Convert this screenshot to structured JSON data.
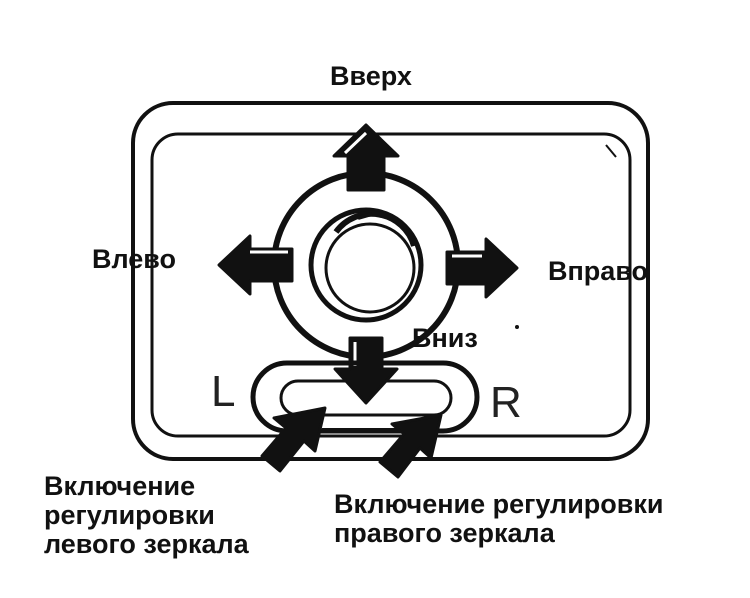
{
  "labels": {
    "up": "Вверх",
    "left": "Влево",
    "right": "Вправо",
    "down": "Вниз",
    "left_mirror": [
      "Включение",
      "регулировки",
      "левого зеркала"
    ],
    "right_mirror": [
      "Включение регулировки",
      "правого зеркала"
    ],
    "switch_left": "L",
    "switch_right": "R"
  },
  "colors": {
    "ink": "#111111",
    "paper": "#ffffff"
  },
  "icons": {
    "up": "arrow-up-icon",
    "down": "arrow-down-icon",
    "left": "arrow-left-icon",
    "right": "arrow-right-icon",
    "pointer": "arrow-pointer-icon",
    "knob": "knob-icon"
  }
}
